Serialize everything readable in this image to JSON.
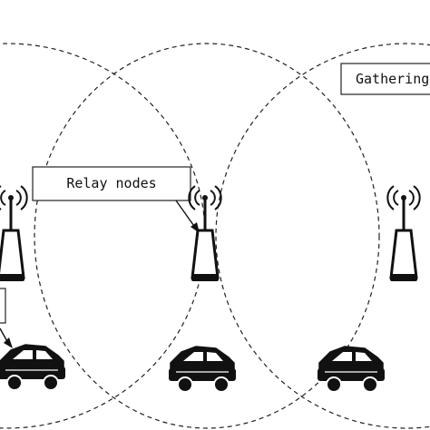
{
  "diagram": {
    "labels": {
      "relay": "Relay nodes",
      "gathering": "Gathering"
    },
    "nodes": [
      {
        "id": "left",
        "role": "relay-node"
      },
      {
        "id": "middle",
        "role": "relay-node"
      },
      {
        "id": "right",
        "role": "gathering-node"
      }
    ],
    "vehicles": [
      {
        "id": "left"
      },
      {
        "id": "middle"
      },
      {
        "id": "right"
      }
    ],
    "style": {
      "stroke": "#111111",
      "range_stroke": "#222222",
      "fill_light": "#ffffff",
      "fill_dark": "#111111"
    }
  }
}
